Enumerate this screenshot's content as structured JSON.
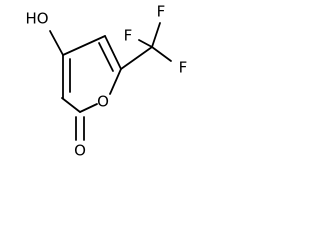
{
  "molecule": {
    "atoms": {
      "hydroxyl": "HO",
      "ring_oxygen": "O",
      "carbonyl_oxygen": "O",
      "fluorine_top": "F",
      "fluorine_right": "F",
      "fluorine_left": "F"
    },
    "colors": {
      "bond": "#000000",
      "label": "#000000",
      "background": "#ffffff"
    }
  }
}
